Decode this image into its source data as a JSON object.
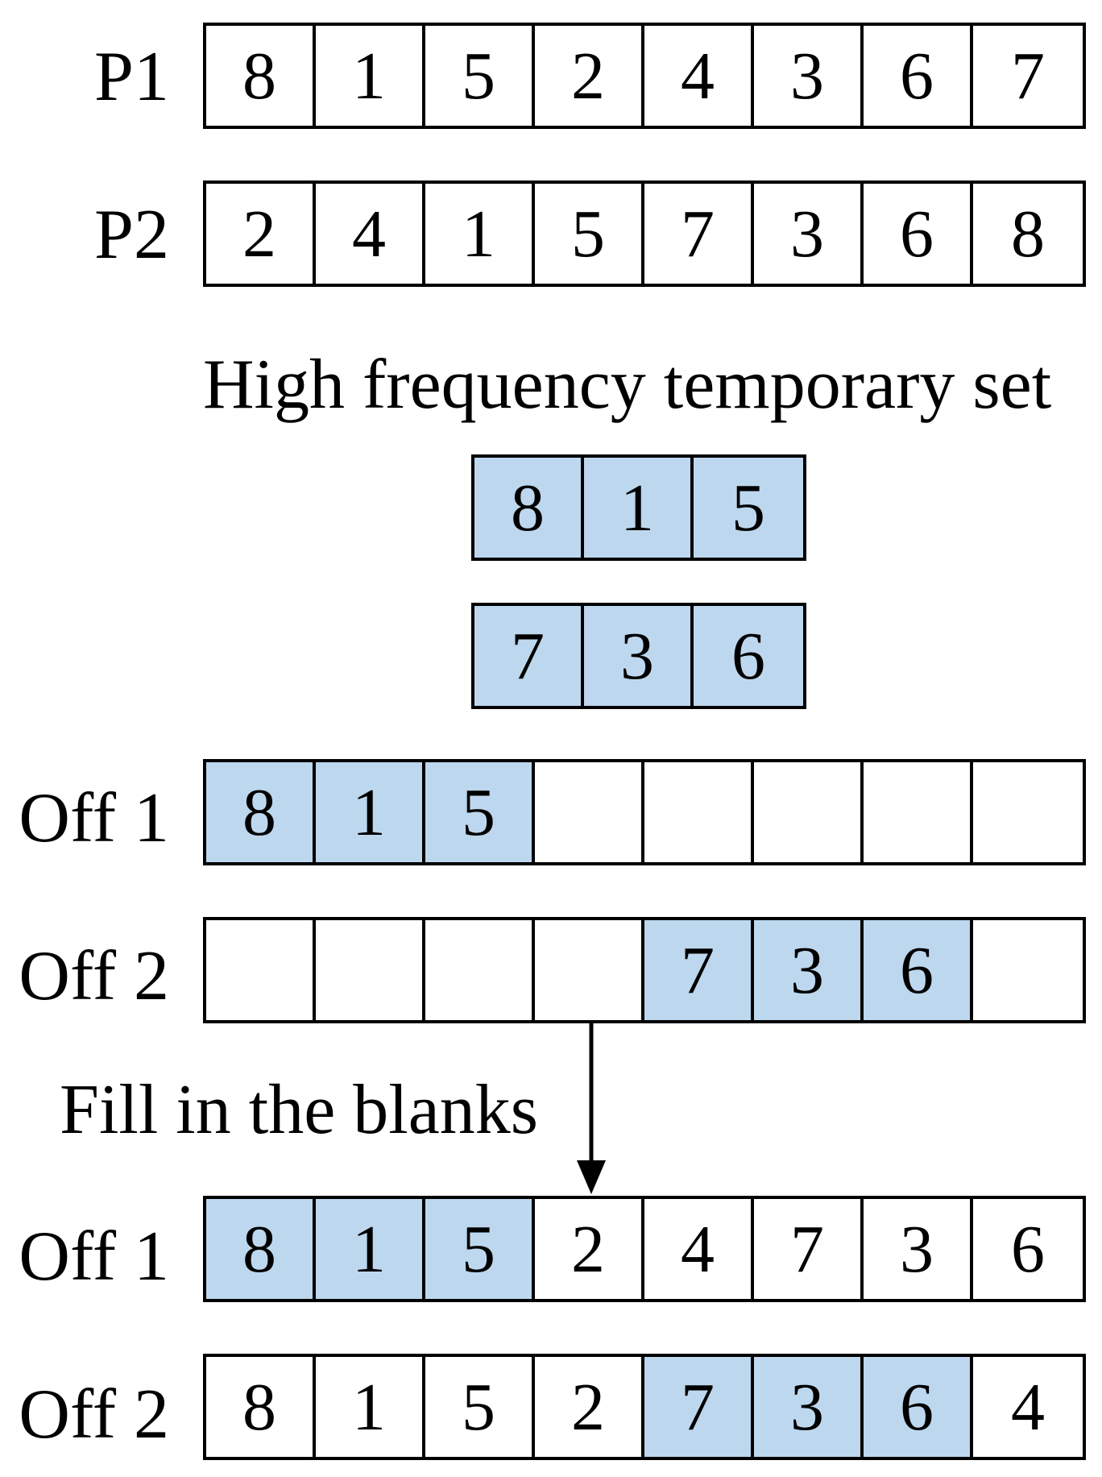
{
  "colors": {
    "highlight": "#bdd7ee",
    "cell": "#ffffff",
    "line": "#000000"
  },
  "rows": [
    {
      "id": "p1",
      "label": "P1",
      "cells": [
        "8",
        "1",
        "5",
        "2",
        "4",
        "3",
        "6",
        "7"
      ],
      "highlight": []
    },
    {
      "id": "p2",
      "label": "P2",
      "cells": [
        "2",
        "4",
        "1",
        "5",
        "7",
        "3",
        "6",
        "8"
      ],
      "highlight": []
    },
    {
      "id": "off1-initial",
      "label": "Off 1",
      "cells": [
        "8",
        "1",
        "5",
        "",
        "",
        "",
        "",
        ""
      ],
      "highlight": [
        0,
        1,
        2
      ]
    },
    {
      "id": "off2-initial",
      "label": "Off 2",
      "cells": [
        "",
        "",
        "",
        "",
        "7",
        "3",
        "6",
        ""
      ],
      "highlight": [
        4,
        5,
        6
      ]
    },
    {
      "id": "off1-final",
      "label": "Off 1",
      "cells": [
        "8",
        "1",
        "5",
        "2",
        "4",
        "7",
        "3",
        "6"
      ],
      "highlight": [
        0,
        1,
        2
      ]
    },
    {
      "id": "off2-final",
      "label": "Off 2",
      "cells": [
        "8",
        "1",
        "5",
        "2",
        "7",
        "3",
        "6",
        "4"
      ],
      "highlight": [
        4,
        5,
        6
      ]
    }
  ],
  "temp_set": {
    "title": "High frequency temporary set",
    "sets": [
      {
        "id": "temp-set-1",
        "cells": [
          "8",
          "1",
          "5"
        ]
      },
      {
        "id": "temp-set-2",
        "cells": [
          "7",
          "3",
          "6"
        ]
      }
    ]
  },
  "fill_step": {
    "label": "Fill in the blanks"
  }
}
